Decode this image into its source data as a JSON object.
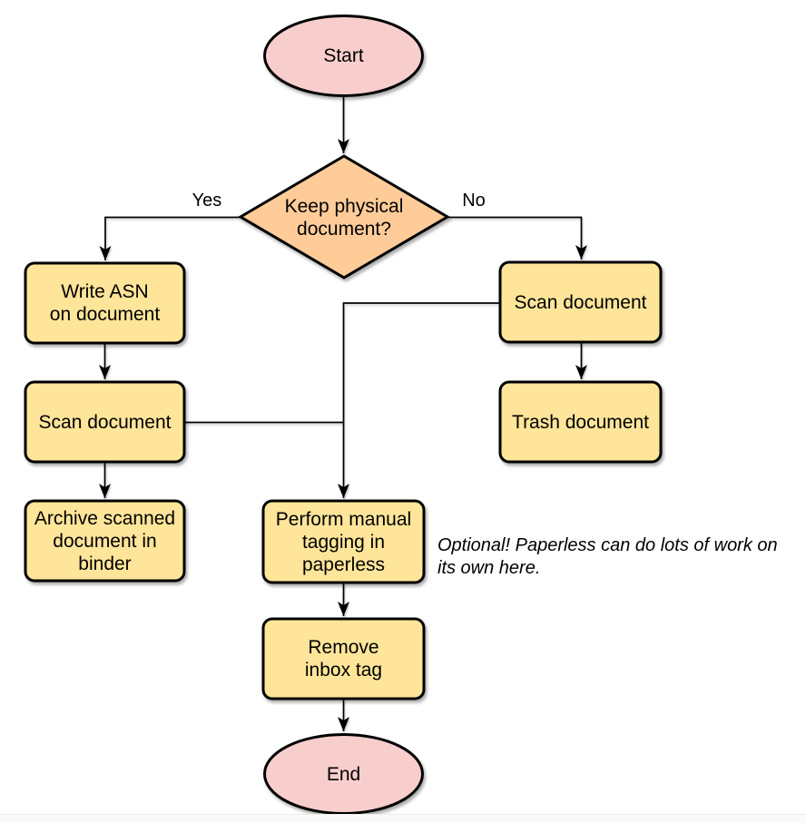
{
  "diagram": {
    "colors": {
      "background": "#ffffff",
      "terminal_fill": "#f8cecc",
      "decision_fill": "#ffcc99",
      "process_fill": "#ffe599",
      "stroke": "#000000",
      "text": "#000000",
      "footer_line": "#ececec"
    },
    "nodes": {
      "start": "Start",
      "decision": "Keep physical\ndocument?",
      "write_asn": "Write ASN\non document",
      "scan_left": "Scan document",
      "archive": "Archive scanned\ndocument in\nbinder",
      "scan_right": "Scan document",
      "trash": "Trash document",
      "tagging": "Perform manual\ntagging in\npaperless",
      "remove_tag": "Remove\ninbox tag",
      "end": "End"
    },
    "edge_labels": {
      "yes": "Yes",
      "no": "No"
    },
    "note": "Optional! Paperless can do lots of work on\nits own here."
  }
}
